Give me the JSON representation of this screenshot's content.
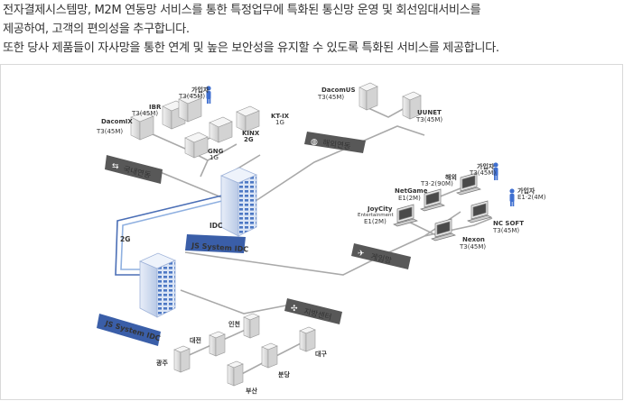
{
  "intro": {
    "line1": "전자결제시스템망, M2M 연동망 서비스를 통한 특정업무에 특화된 통신망 운영 및 회선임대서비스를",
    "line2": "제공하여, 고객의 편의성을 추구합니다.",
    "line3": "또한 당사 제품들이 자사망을 통한 연계 및 높은 보안성을 유지할 수 있도록 특화된 서비스를 제공합니다."
  },
  "badges": {
    "domestic": "국내연동",
    "overseas": "해외연동",
    "game": "게임망",
    "regional": "지방센터"
  },
  "idc": {
    "main_label": "IDC",
    "main_sign": "JS System IDC",
    "second_sign": "JS System IDC",
    "link_2g": "2G"
  },
  "domestic": {
    "subscriber": "가입자",
    "subscriber_spec": "T3(45M)",
    "ibr": "IBR",
    "ibr_spec": "T3(45M)",
    "dacomix": "DacomIX",
    "dacomix_spec": "T3(45M)",
    "ktix": "KT-IX",
    "ktix_spec": "1G",
    "kinx": "KINX",
    "kinx_spec": "2G",
    "gng": "GNG",
    "gng_spec": "1G"
  },
  "overseas": {
    "dacomus": "DacomUS",
    "dacomus_spec": "T3(45M)",
    "uunet": "UUNET",
    "uunet_spec": "T3(45M)"
  },
  "game": {
    "overseas": "해외",
    "overseas_spec": "T3·2(90M)",
    "subscriber": "가입자",
    "subscriber_spec": "T3(45M)",
    "netgame": "NetGame",
    "netgame_spec": "E1(2M)",
    "joycity": "JoyCity",
    "joycity_sub": "Entertainment",
    "joycity_spec": "E1(2M)",
    "subscriber2": "가입자",
    "subscriber2_spec": "E1·2(4M)",
    "ncsoft": "NC SOFT",
    "ncsoft_spec": "T3(45M)",
    "nexon": "Nexon",
    "nexon_spec": "T3(45M)"
  },
  "regional": {
    "incheon": "인천",
    "daejeon": "대전",
    "gwangju": "광주",
    "busan": "부산",
    "bundang": "분당",
    "daegu": "대구"
  },
  "colors": {
    "badge": "#585858",
    "link": "#a9a9a9",
    "link_blue": "#4b6fb6",
    "idc_blue": "#3a5ea8",
    "person": "#3f6fd0"
  }
}
